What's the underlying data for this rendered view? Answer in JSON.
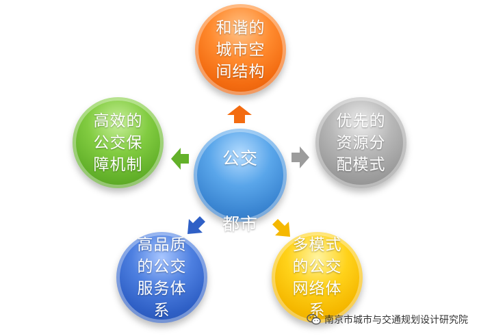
{
  "center": {
    "line1": "公交",
    "line2": "都市"
  },
  "nodes": {
    "top": "和谐的\n城市空\n间结构",
    "left": "高效的\n公交保\n障机制",
    "right": "优先的\n资源分\n配模式",
    "bottom_left": "高品质\n的公交\n服务体\n系",
    "bottom_right": "多模式\n的公交\n网络体\n系"
  },
  "colors": {
    "top": "#f36b10",
    "left": "#63b12a",
    "right": "#9c9c9c",
    "center": "#3b86d2",
    "bottom_left": "#2f60c6",
    "bottom_right": "#f5b800"
  },
  "watermark": {
    "text": "南京市城市与交通规划设计研究院",
    "icon": "wechat-icon"
  }
}
